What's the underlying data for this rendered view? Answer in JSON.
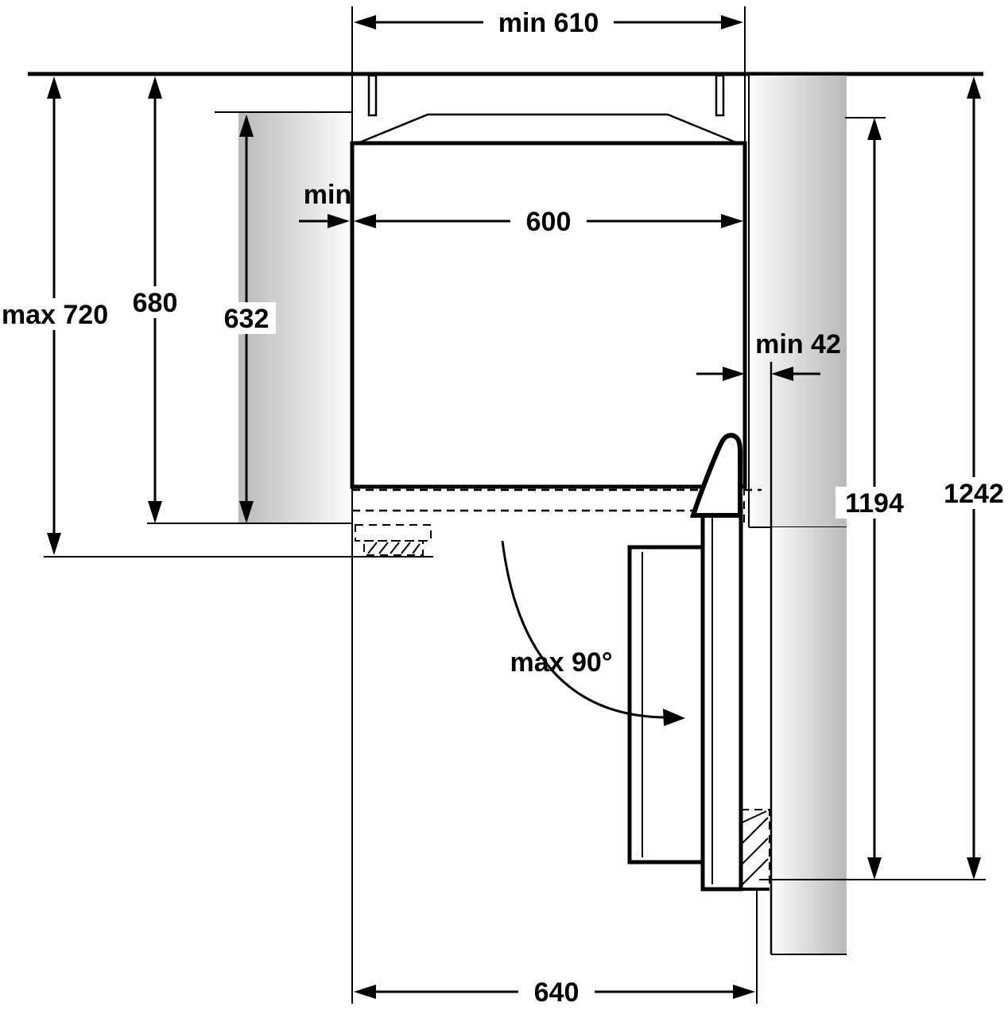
{
  "diagram": {
    "type": "built-in-oven-installation-dimension-drawing",
    "unit": "mm",
    "colors": {
      "line": "#000000",
      "panel_dark": "#b9b9b9",
      "panel_light": "#fcfcfc",
      "background": "#ffffff"
    },
    "labels": {
      "top_clearance_width": "min 610",
      "niche_width": "600",
      "left_min_clearance": "min",
      "overall_depth_max": "max 720",
      "niche_depth": "680",
      "appliance_depth": "632",
      "right_side_clearance": "min 42",
      "door_open_height": "1194",
      "overall_height_open": "1242",
      "door_opening_angle": "max 90°",
      "door_open_depth": "640"
    }
  }
}
